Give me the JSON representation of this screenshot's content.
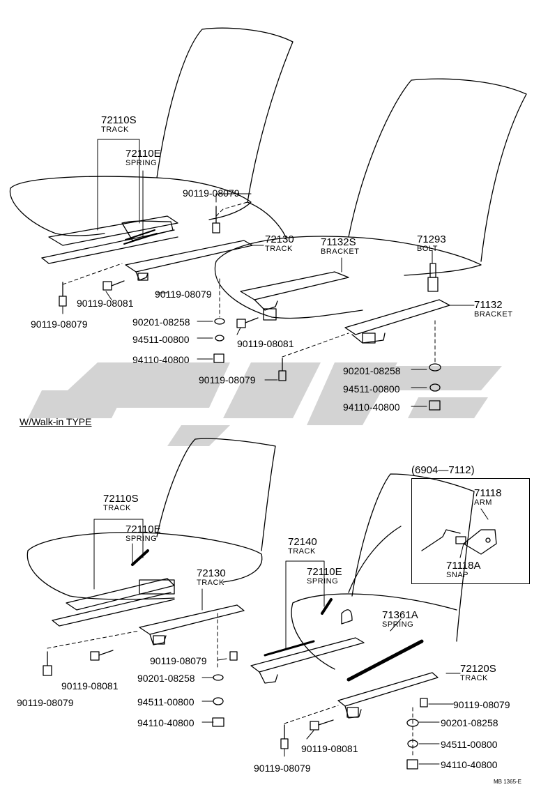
{
  "watermark": {
    "text": "يدكي",
    "color": "#cfcfcf"
  },
  "section_label": "W/Walk-in TYPE",
  "inset_label": "(6904—7112)",
  "reference_code": "MB 1365-E",
  "top": {
    "l1": {
      "pn": "72110S",
      "name": "TRACK"
    },
    "l2": {
      "pn": "72110E",
      "name": "SPRING"
    },
    "l3": {
      "pn": "90119-08079"
    },
    "l4": {
      "pn": "72130",
      "name": "TRACK"
    },
    "l5": {
      "pn": "71132S",
      "name": "BRACKET"
    },
    "l6": {
      "pn": "71293",
      "name": "BOLT"
    },
    "l7": {
      "pn": "71132",
      "name": "BRACKET"
    },
    "l8": {
      "pn": "90119-08081"
    },
    "l9": {
      "pn": "90119-08079"
    },
    "l10": {
      "pn": "90119-08079"
    },
    "l11": {
      "pn": "90201-08258"
    },
    "l12": {
      "pn": "94511-00800"
    },
    "l13": {
      "pn": "94110-40800"
    },
    "l14": {
      "pn": "90119-08081"
    },
    "l15": {
      "pn": "90119-08079"
    },
    "l16": {
      "pn": "90201-08258"
    },
    "l17": {
      "pn": "94511-00800"
    },
    "l18": {
      "pn": "94110-40800"
    }
  },
  "bottom": {
    "b1": {
      "pn": "72110S",
      "name": "TRACK"
    },
    "b2": {
      "pn": "72110E",
      "name": "SPRING"
    },
    "b3": {
      "pn": "72130",
      "name": "TRACK"
    },
    "b4": {
      "pn": "72140",
      "name": "TRACK"
    },
    "b5": {
      "pn": "72110E",
      "name": "SPRING"
    },
    "b6": {
      "pn": "71361A",
      "name": "SPRING"
    },
    "b7": {
      "pn": "72120S",
      "name": "TRACK"
    },
    "b8": {
      "pn": "71118",
      "name": "ARM"
    },
    "b9": {
      "pn": "71118A",
      "name": "SNAP"
    },
    "b10": {
      "pn": "90119-08079"
    },
    "b11": {
      "pn": "90201-08258"
    },
    "b12": {
      "pn": "94511-00800"
    },
    "b13": {
      "pn": "94110-40800"
    },
    "b14": {
      "pn": "90119-08081"
    },
    "b15": {
      "pn": "90119-08079"
    },
    "b16": {
      "pn": "90119-08079"
    },
    "b17": {
      "pn": "90201-08258"
    },
    "b18": {
      "pn": "94511-00800"
    },
    "b19": {
      "pn": "94110-40800"
    },
    "b20": {
      "pn": "90119-08081"
    },
    "b21": {
      "pn": "90119-08079"
    }
  }
}
